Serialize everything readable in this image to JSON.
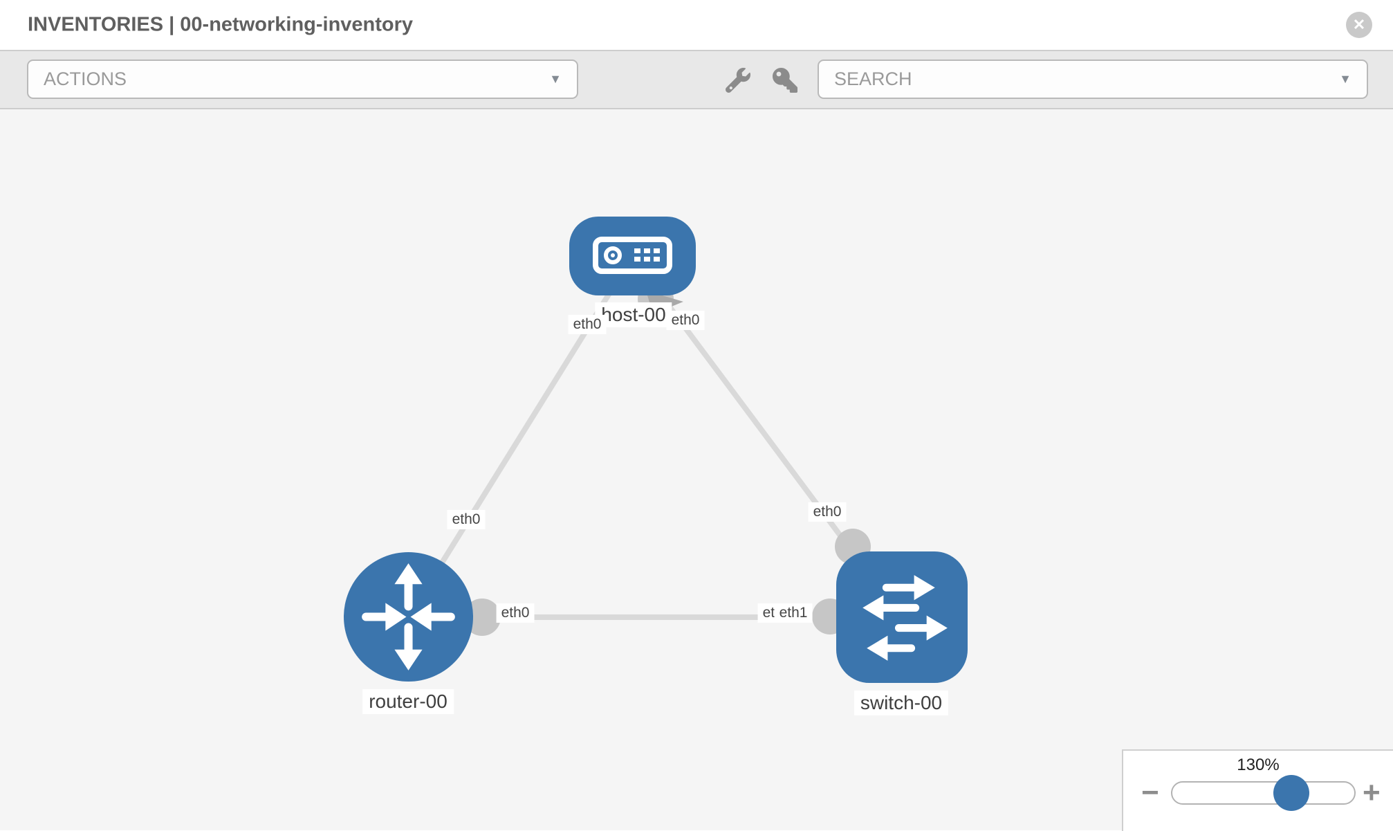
{
  "window": {
    "title": "INVENTORIES | 00-networking-inventory"
  },
  "header": {
    "close_glyph": "✕"
  },
  "toolbar": {
    "actions_dropdown": {
      "placeholder": "ACTIONS"
    },
    "search_dropdown": {
      "placeholder": "SEARCH"
    },
    "caret_glyph": "▼",
    "icons": [
      "wrench-icon",
      "key-icon"
    ]
  },
  "topology": {
    "nodes": [
      {
        "label": "host-00",
        "type": "host",
        "icon": "host-icon"
      },
      {
        "label": "router-00",
        "type": "router",
        "icon": "router-icon"
      },
      {
        "label": "switch-00",
        "type": "switch",
        "icon": "switch-icon"
      }
    ],
    "links": [
      {
        "from": "host-00",
        "to": "router-00"
      },
      {
        "from": "host-00",
        "to": "switch-00"
      },
      {
        "from": "router-00",
        "to": "switch-00"
      }
    ],
    "interface_labels": {
      "host_router_host_end": "eth0",
      "host_router_router_end": "eth0",
      "host_switch_host_end": "eth0",
      "host_switch_switch_end": "eth0",
      "router_switch_router_end": "eth0",
      "router_switch_switch_end_back": "eth1",
      "router_switch_switch_end_front": "eth1"
    },
    "colors": {
      "node": "#3b75ad",
      "link": "#d9d9d9",
      "port": "#c6c6c6",
      "canvas": "#f5f5f5"
    }
  },
  "zoom_control": {
    "value": "130%",
    "minus_glyph": "−",
    "plus_glyph": "+",
    "percent": 130
  }
}
